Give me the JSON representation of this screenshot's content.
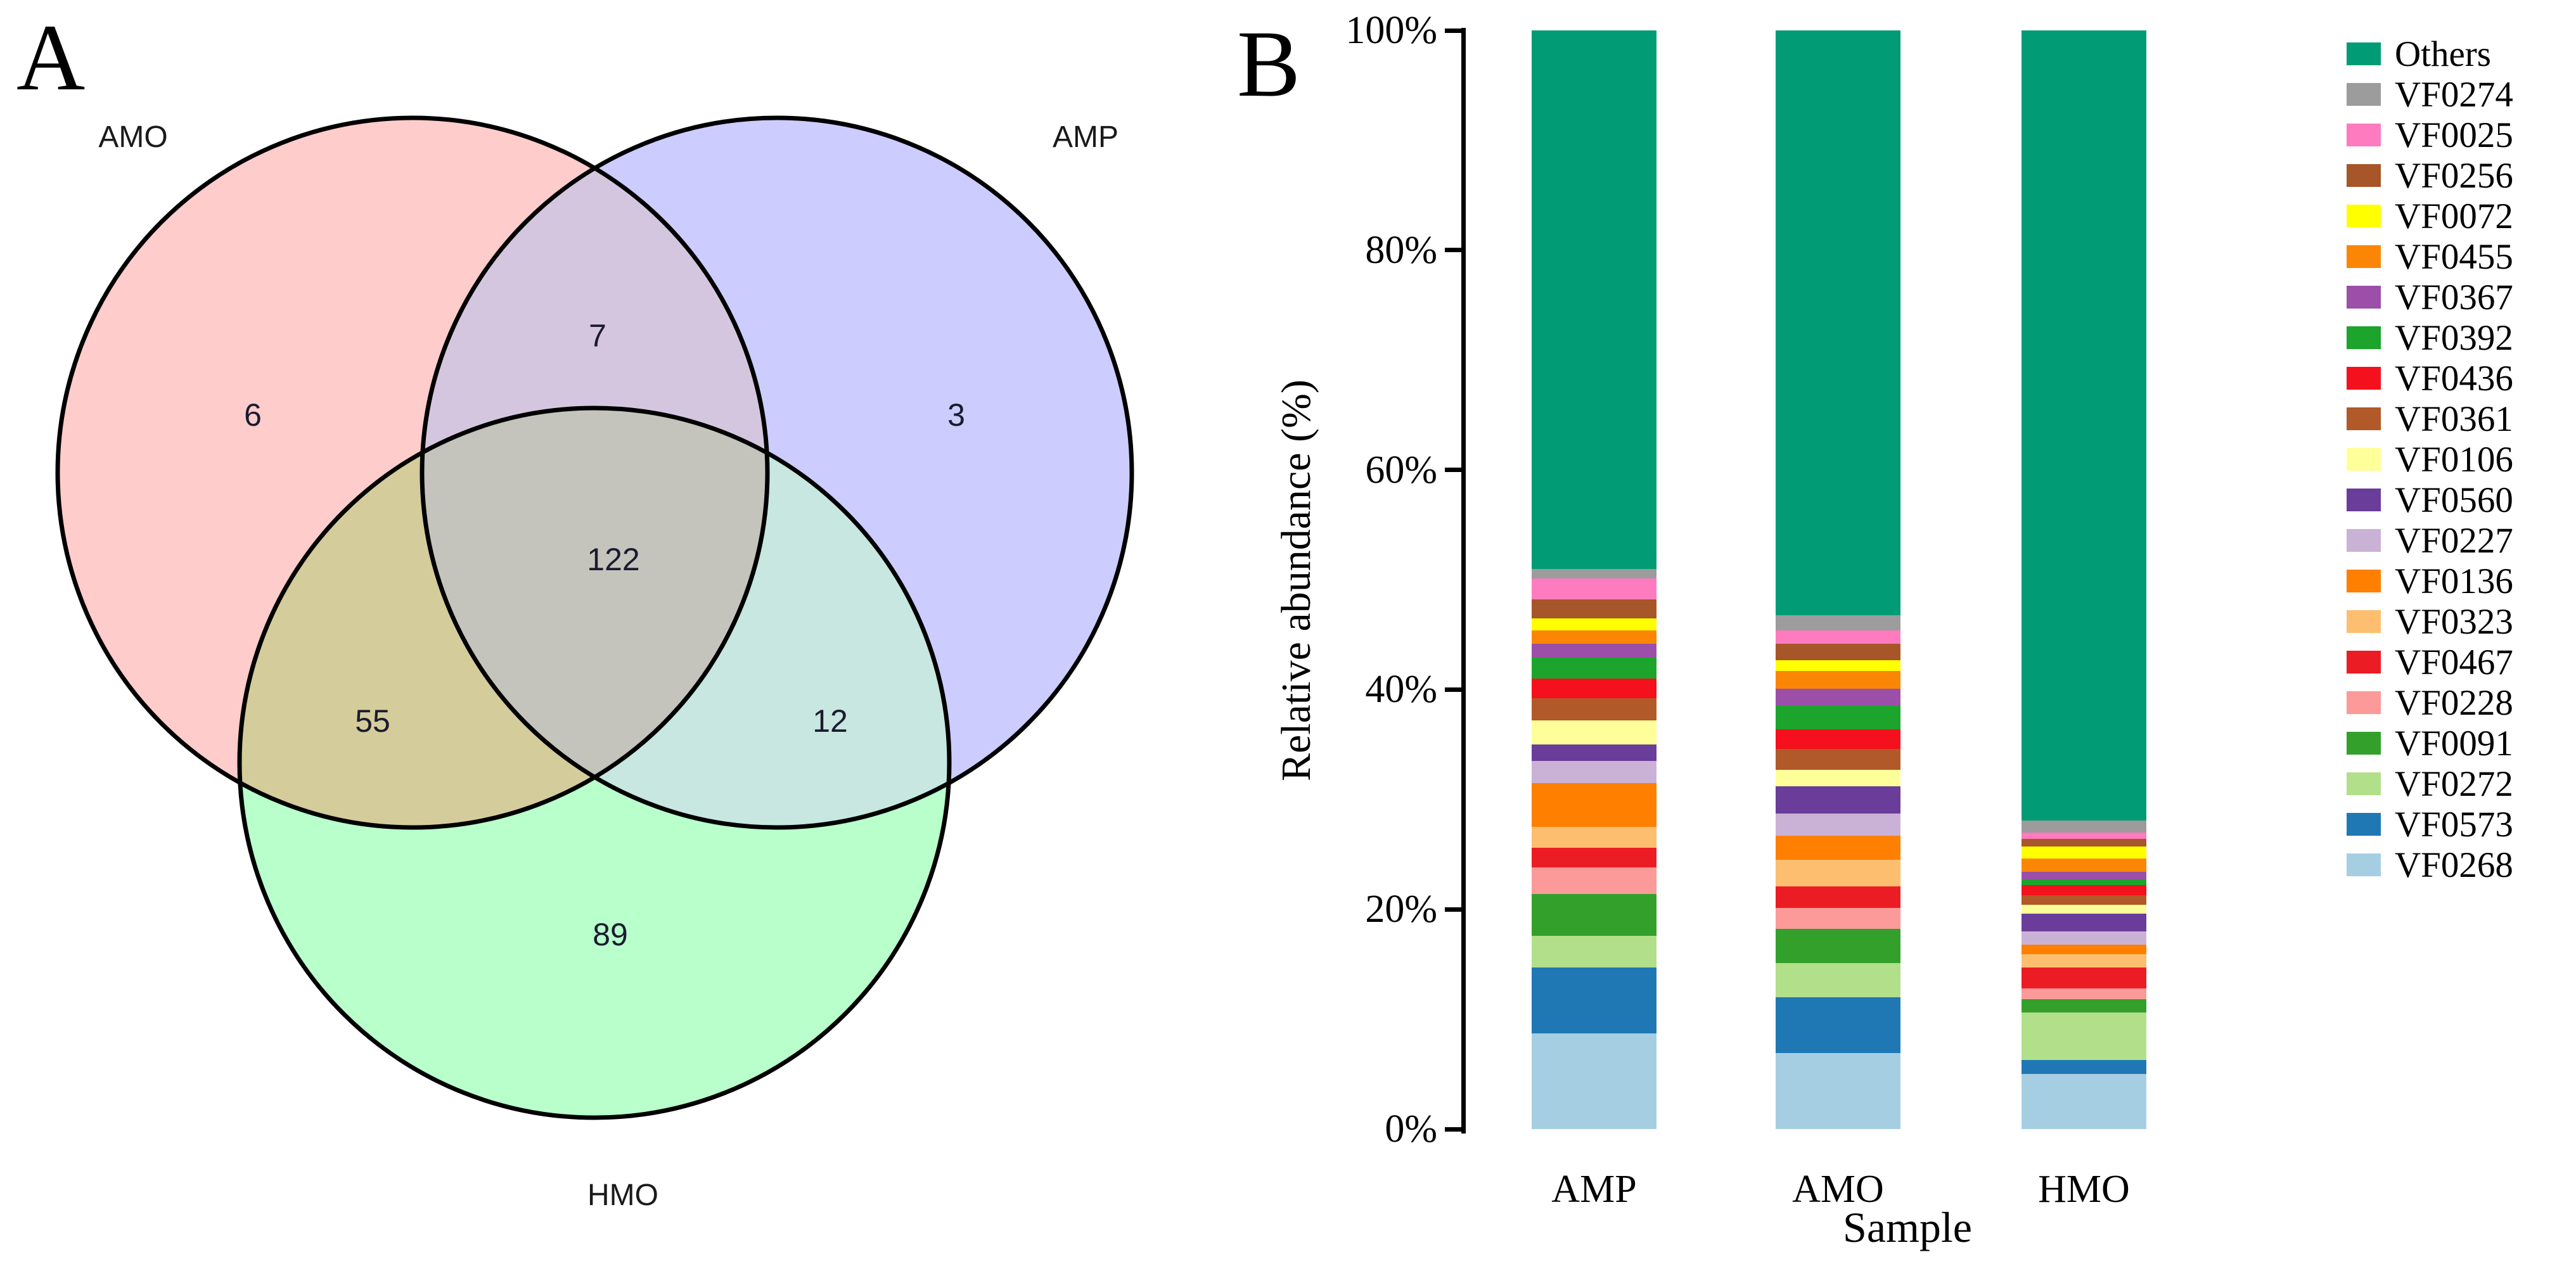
{
  "panel_a": {
    "label": "A"
  },
  "panel_b": {
    "label": "B"
  },
  "chart_data": [
    {
      "type": "venn",
      "sets": [
        "AMO",
        "AMP",
        "HMO"
      ],
      "region_values": {
        "AMO_only": 6,
        "AMP_only": 3,
        "HMO_only": 89,
        "AMO_AMP": 7,
        "AMO_HMO": 55,
        "AMP_HMO": 12,
        "AMO_AMP_HMO": 122
      },
      "region_colors": {
        "AMO": "#FFCCCC",
        "AMP": "#CCCCFF",
        "HMO": "#B8FFCC",
        "AMO_AMP": "#D5C6E0",
        "AMO_HMO": "#D5CC9C",
        "AMP_HMO": "#C7E7E0",
        "center": "#C4C4BC",
        "outline": "#000000"
      }
    },
    {
      "type": "bar",
      "stacked": true,
      "categories": [
        "AMP",
        "AMO",
        "HMO"
      ],
      "xlabel": "Sample",
      "ylabel": "Relative abundance (%)",
      "ylim": [
        0,
        100
      ],
      "ytick_percents": [
        0,
        20,
        40,
        60,
        80,
        100
      ],
      "ytick_suffix": "%",
      "grid": false,
      "legend_position": "right",
      "series_order": "bottom_to_top",
      "series": [
        {
          "name": "VF0268",
          "color": "#A6CEE3",
          "values": [
            8.7,
            6.9,
            5.0
          ]
        },
        {
          "name": "VF0573",
          "color": "#1F78B4",
          "values": [
            6.0,
            5.1,
            1.3
          ]
        },
        {
          "name": "VF0272",
          "color": "#B2DF8A",
          "values": [
            2.9,
            3.1,
            4.3
          ]
        },
        {
          "name": "VF0091",
          "color": "#33A02C",
          "values": [
            3.8,
            3.1,
            1.2
          ]
        },
        {
          "name": "VF0228",
          "color": "#FB9A99",
          "values": [
            2.4,
            1.9,
            1.0
          ]
        },
        {
          "name": "VF0467",
          "color": "#EC1C24",
          "values": [
            1.8,
            2.0,
            1.9
          ]
        },
        {
          "name": "VF0323",
          "color": "#FDBF6F",
          "values": [
            1.9,
            2.4,
            1.2
          ]
        },
        {
          "name": "VF0136",
          "color": "#FF7F00",
          "values": [
            4.0,
            2.2,
            0.9
          ]
        },
        {
          "name": "VF0227",
          "color": "#CAB2D6",
          "values": [
            2.0,
            2.0,
            1.2
          ]
        },
        {
          "name": "VF0560",
          "color": "#6A3D9A",
          "values": [
            1.5,
            2.5,
            1.6
          ]
        },
        {
          "name": "VF0106",
          "color": "#FFFF99",
          "values": [
            2.2,
            1.5,
            0.8
          ]
        },
        {
          "name": "VF0361",
          "color": "#B15928",
          "values": [
            2.0,
            1.9,
            0.9
          ]
        },
        {
          "name": "VF0436",
          "color": "#F5101D",
          "values": [
            1.8,
            1.8,
            0.9
          ]
        },
        {
          "name": "VF0392",
          "color": "#1CA42C",
          "values": [
            1.9,
            2.1,
            0.5
          ]
        },
        {
          "name": "VF0367",
          "color": "#9C4FA8",
          "values": [
            1.3,
            1.6,
            0.7
          ]
        },
        {
          "name": "VF0455",
          "color": "#FB8605",
          "values": [
            1.2,
            1.6,
            1.2
          ]
        },
        {
          "name": "VF0072",
          "color": "#FFFF00",
          "values": [
            1.1,
            1.0,
            1.1
          ]
        },
        {
          "name": "VF0256",
          "color": "#A65628",
          "values": [
            1.7,
            1.5,
            0.7
          ]
        },
        {
          "name": "VF0025",
          "color": "#FF7BBF",
          "values": [
            1.9,
            1.2,
            0.6
          ]
        },
        {
          "name": "VF0274",
          "color": "#9C9C9C",
          "values": [
            0.9,
            1.4,
            1.1
          ]
        },
        {
          "name": "Others",
          "color": "#019C75",
          "values": [
            49.0,
            53.2,
            71.9
          ]
        }
      ]
    }
  ]
}
